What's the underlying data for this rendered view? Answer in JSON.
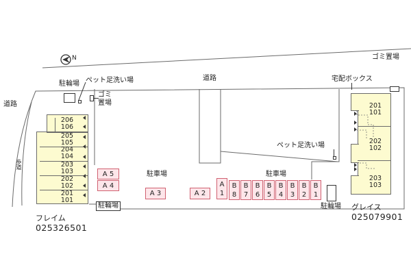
{
  "map": {
    "road_top": "道路",
    "road_left": "道路",
    "sidewalk": "歩道",
    "north_symbol": "N",
    "parking_left_label": "駐車場",
    "parking_right_label": "駐車場",
    "bike_top_label": "駐輪場",
    "bike_bottom_left_label": "駐輪場",
    "bike_bottom_right_label": "駐輪場",
    "pet_wash_top_label": "ペット足洗い場",
    "pet_wash_right_label": "ペット足洗い場",
    "garbage_label": "ゴミ置場",
    "garbage_label_line1": "ゴミ",
    "garbage_label_line2": "置場",
    "delivery_box_label": "宅配ボックス",
    "colors": {
      "building": "#fdfbd0",
      "stall_fill": "#fde6ea",
      "stall_border": "#d06070",
      "line": "#6a6a6a"
    }
  },
  "buildings": {
    "left": {
      "name": "フレイム",
      "code": "025326501",
      "units": [
        {
          "top": "206",
          "bottom": "106"
        },
        {
          "top": "205",
          "bottom": "105"
        },
        {
          "top": "204",
          "bottom": "104"
        },
        {
          "top": "203",
          "bottom": "103"
        },
        {
          "top": "202",
          "bottom": "102"
        },
        {
          "top": "201",
          "bottom": "101"
        }
      ]
    },
    "right": {
      "name": "グレイス",
      "code": "025079901",
      "units": [
        {
          "top": "201",
          "bottom": "101"
        },
        {
          "top": "202",
          "bottom": "102"
        },
        {
          "top": "203",
          "bottom": "103"
        }
      ]
    }
  },
  "parking": {
    "left_stalls": [
      "A 5",
      "A 4",
      "A 3",
      "A 2"
    ],
    "a1": {
      "line1": "A",
      "line2": "1"
    },
    "b_stalls": [
      {
        "line1": "B",
        "line2": "8"
      },
      {
        "line1": "B",
        "line2": "7"
      },
      {
        "line1": "B",
        "line2": "6"
      },
      {
        "line1": "B",
        "line2": "5"
      },
      {
        "line1": "B",
        "line2": "4"
      },
      {
        "line1": "B",
        "line2": "3"
      },
      {
        "line1": "B",
        "line2": "2"
      },
      {
        "line1": "B",
        "line2": "1"
      }
    ]
  }
}
